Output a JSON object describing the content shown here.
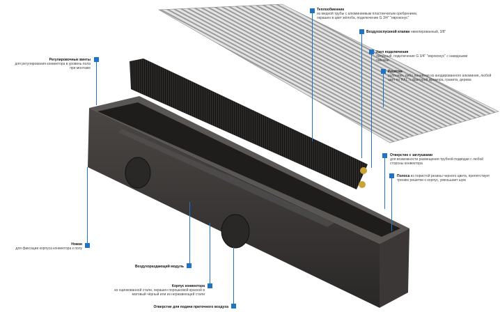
{
  "accent_color": "#1f73c2",
  "callouts": [
    {
      "title": "Теплообменник",
      "text": "из медной трубы с алюминиевым пластинчатым оребрением, окрашен в цвет жёлоба, подключение G 3/4\" \"евроконус\""
    },
    {
      "title": "Воздухоспускной клапан",
      "text": "никелированный, 3/8\""
    },
    {
      "title": "Узел подключения",
      "text": "латунный, подключение G 3/4\" \"евроконус\" с накидными гайками"
    },
    {
      "title": "Решётка",
      "text": "рулонная, либо линейная из анодированного алюминия, любой цвет по RAL, с фактурой мрамора, гранита, дерева"
    },
    {
      "title": "Отверстие с заглушками",
      "text": "для возможности размещения трубной подводки с любой стороны конвектора"
    },
    {
      "title": "Полоса",
      "text": "из пористой резины черного цвета, препятствует трению решетки о корпус, уменьшает шум"
    },
    {
      "title": "Регулировочные винты",
      "text": "для регулирования конвектора в уровень пола при монтаже"
    },
    {
      "title": "Ножки",
      "text": "для фиксации корпуса конвектора к полу"
    },
    {
      "title": "Воздухораздающий модуль",
      "text": ""
    },
    {
      "title": "Корпус конвектора",
      "text": "из оцинкованной стали, окрашен порошковой краской в матовый чёрный или из нержавеющей стали"
    },
    {
      "title": "Отверстие для подачи приточного воздуха",
      "text": ""
    }
  ]
}
